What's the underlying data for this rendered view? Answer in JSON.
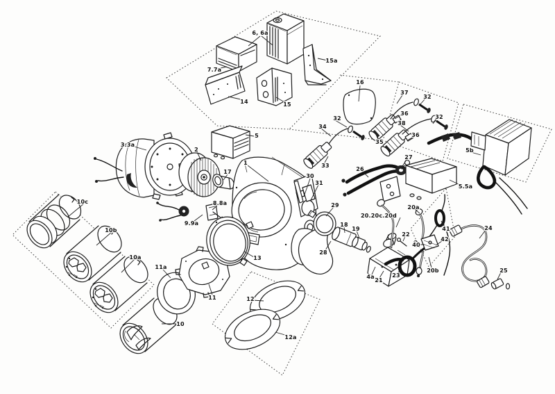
{
  "colors": {
    "ink": "#1a1a1a",
    "paper": "#fdfdfc"
  },
  "parts": {
    "p1": "1",
    "p2": "2",
    "p3_3a": "3.3a",
    "p4a": "4a",
    "p5": "5",
    "p5_5a": "5.5a",
    "p5b": "5b",
    "p6_6a": "6, 6a",
    "p7_7a": "7.7a",
    "p8_8a": "8.8a",
    "p9_9a": "9.9a",
    "p10": "10",
    "p10a": "10a",
    "p10b": "10b",
    "p10c": "10c",
    "p11": "11",
    "p11a": "11a",
    "p12": "12",
    "p12a": "12a",
    "p13": "13",
    "p14": "14",
    "p15": "15",
    "p15a": "15a",
    "p16": "16",
    "p17": "17",
    "p18": "18",
    "p19": "19",
    "p20": "20.20c.20d",
    "p20a": "20a",
    "p20b": "20b",
    "p21": "21",
    "p22": "22",
    "p23": "23",
    "p24": "24",
    "p25": "25",
    "p26": "26",
    "p27": "27",
    "p28": "28",
    "p29": "29",
    "p30": "30",
    "p31": "31",
    "p32": "32",
    "p33": "33",
    "p34": "34",
    "p35": "35",
    "p36": "36",
    "p37": "37",
    "p38": "38",
    "p40": "40",
    "p41": "41",
    "p42": "42"
  }
}
